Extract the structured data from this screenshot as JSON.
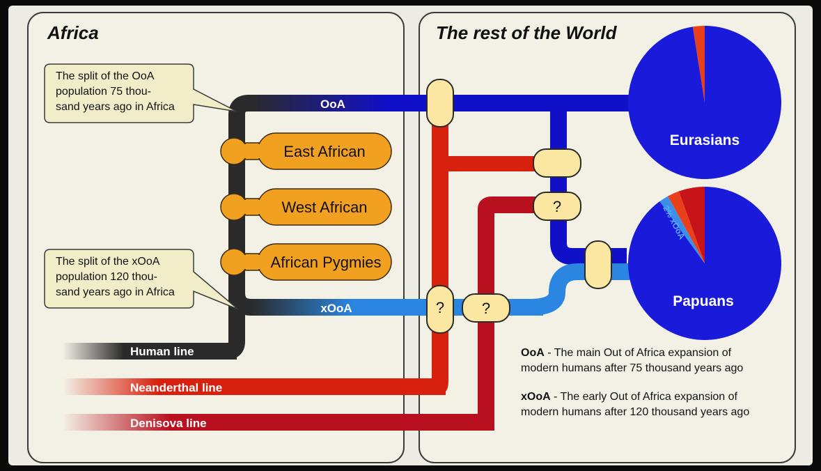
{
  "panels": {
    "left_title": "Africa",
    "right_title": "The rest of the World"
  },
  "callouts": {
    "ooa_split": [
      "The split of the OoA",
      "population 75 thou-",
      "sand years ago in Africa"
    ],
    "xooa_split": [
      "The split of the xOoA",
      "population 120 thou-",
      "sand years ago in Africa"
    ]
  },
  "lines": {
    "ooa": "OoA",
    "xooa": "xOoA",
    "human": "Human line",
    "neanderthal": "Neanderthal line",
    "denisova": "Denisova line"
  },
  "populations": {
    "east_african": "East African",
    "west_african": "West African",
    "african_pygmies": "African Pygmies"
  },
  "junctions": {
    "unknown": "?"
  },
  "pies": {
    "eurasians": {
      "label": "Eurasians",
      "slices": [
        {
          "name": "OoA",
          "fraction": 0.975,
          "color": "#1a1adb"
        },
        {
          "name": "Neanderthal",
          "fraction": 0.025,
          "color": "#e8401a"
        }
      ]
    },
    "papuans": {
      "label": "Papuans",
      "annotation": "2% xOoA",
      "slices": [
        {
          "name": "OoA",
          "fraction": 0.9,
          "color": "#1a1adb"
        },
        {
          "name": "xOoA",
          "fraction": 0.02,
          "color": "#3a8fe8"
        },
        {
          "name": "Neanderthal",
          "fraction": 0.025,
          "color": "#e8401a"
        },
        {
          "name": "Denisova",
          "fraction": 0.055,
          "color": "#c81418"
        }
      ]
    }
  },
  "legend": {
    "ooa_term": "OoA",
    "ooa_desc_1": " - The main Out of Africa expansion of",
    "ooa_desc_2": "modern humans after 75 thousand years ago",
    "xooa_term": "xOoA",
    "xooa_desc_1": " - The early Out of Africa expansion of",
    "xooa_desc_2": "modern humans after 120 thousand years ago"
  },
  "colors": {
    "human": "#2a2a2a",
    "ooa": "#1010c8",
    "xooa": "#2a86e0",
    "neanderthal": "#d8200e",
    "denisova": "#b8101e",
    "population": "#f2a020",
    "junction": "#fbe7a2",
    "panel": "#f3f1e6"
  }
}
